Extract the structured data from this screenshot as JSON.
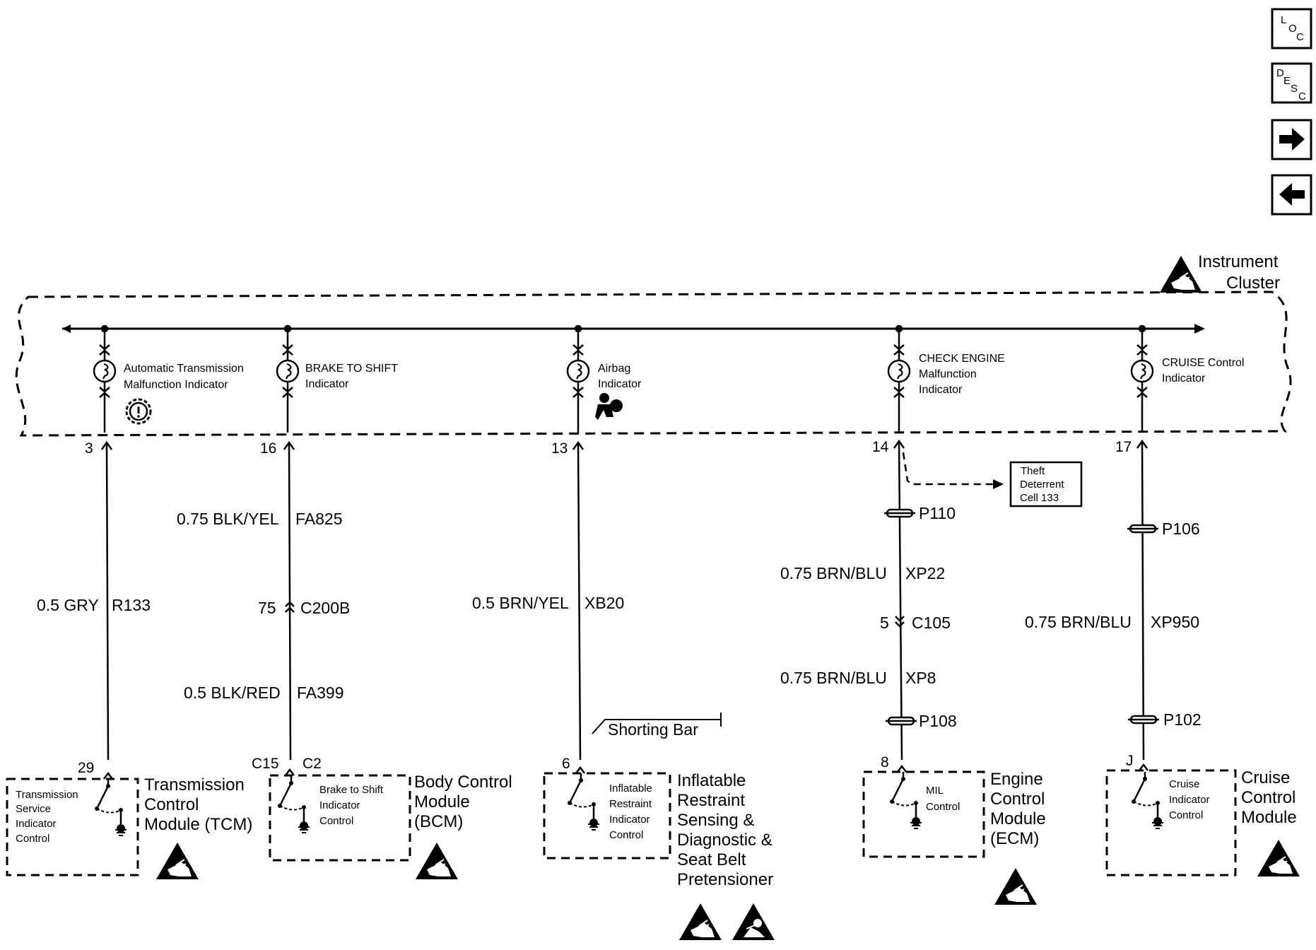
{
  "nav": {
    "loc": {
      "a": "L",
      "b": "O",
      "c": "C"
    },
    "desc": {
      "a": "D",
      "b": "E",
      "c": "S",
      "d": "C"
    },
    "forward_icon": "arrow-right-icon",
    "back_icon": "arrow-left-icon"
  },
  "cluster": {
    "line1": "Instrument",
    "line2": "Cluster"
  },
  "indicators": [
    {
      "l1": "Automatic Transmission",
      "l2": "Malfunction Indicator",
      "l3": ""
    },
    {
      "l1": "BRAKE TO SHIFT",
      "l2": "Indicator",
      "l3": ""
    },
    {
      "l1": "Airbag",
      "l2": "Indicator",
      "l3": ""
    },
    {
      "l1": "CHECK ENGINE",
      "l2": "Malfunction",
      "l3": "Indicator"
    },
    {
      "l1": "CRUISE Control",
      "l2": "Indicator",
      "l3": ""
    }
  ],
  "cluster_pins": [
    "3",
    "16",
    "13",
    "14",
    "17"
  ],
  "wires": {
    "w1_size": "0.5 GRY",
    "w1_circuit": "R133",
    "w2a_size": "0.75 BLK/YEL",
    "w2a_circuit": "FA825",
    "w2_conn_pin": "75",
    "w2_conn": "C200B",
    "w2b_size": "0.5 BLK/RED",
    "w2b_circuit": "FA399",
    "w3_size": "0.5 BRN/YEL",
    "w3_circuit": "XB20",
    "w4a_size": "0.75 BRN/BLU",
    "w4a_circuit": "XP22",
    "w4_conn_pin": "5",
    "w4_conn": "C105",
    "w4b_size": "0.75 BRN/BLU",
    "w4b_circuit": "XP8",
    "w5_size": "0.75 BRN/BLU",
    "w5_circuit": "XP950"
  },
  "splices": {
    "p110": "P110",
    "p108": "P108",
    "p106": "P106",
    "p102": "P102"
  },
  "theft": {
    "l1": "Theft",
    "l2": "Deterrent",
    "l3": "Cell 133"
  },
  "shorting_bar": "Shorting Bar",
  "module_pins": {
    "tcm": "29",
    "bcm_a": "C15",
    "bcm_b": "C2",
    "sdm": "6",
    "ecm": "8",
    "cruise": "J"
  },
  "modules": {
    "tcm": {
      "lines": [
        "Transmission",
        "Control",
        "Module (TCM)"
      ],
      "inner": [
        "Transmission",
        "Service",
        "Indicator",
        "Control"
      ]
    },
    "bcm": {
      "lines": [
        "Body Control",
        "Module",
        "(BCM)"
      ],
      "inner": [
        "Brake to Shift",
        "Indicator",
        "Control"
      ]
    },
    "sdm": {
      "lines": [
        "Inflatable",
        "Restraint",
        "Sensing &",
        "Diagnostic &",
        "Seat Belt",
        "Pretensioner"
      ],
      "inner": [
        "Inflatable",
        "Restraint",
        "Indicator",
        "Control"
      ]
    },
    "ecm": {
      "lines": [
        "Engine",
        "Control",
        "Module",
        "(ECM)"
      ],
      "inner": [
        "MIL",
        "Control"
      ]
    },
    "cruise": {
      "lines": [
        "Cruise",
        "Control",
        "Module"
      ],
      "inner": [
        "Cruise",
        "Indicator",
        "Control"
      ]
    }
  },
  "icons": {
    "esd": "esd-warning-icon",
    "airbag": "airbag-warning-icon",
    "bulb": "bulb-icon",
    "transmission": "transmission-malfunction-icon",
    "airbag_indicator": "airbag-indicator-icon"
  }
}
